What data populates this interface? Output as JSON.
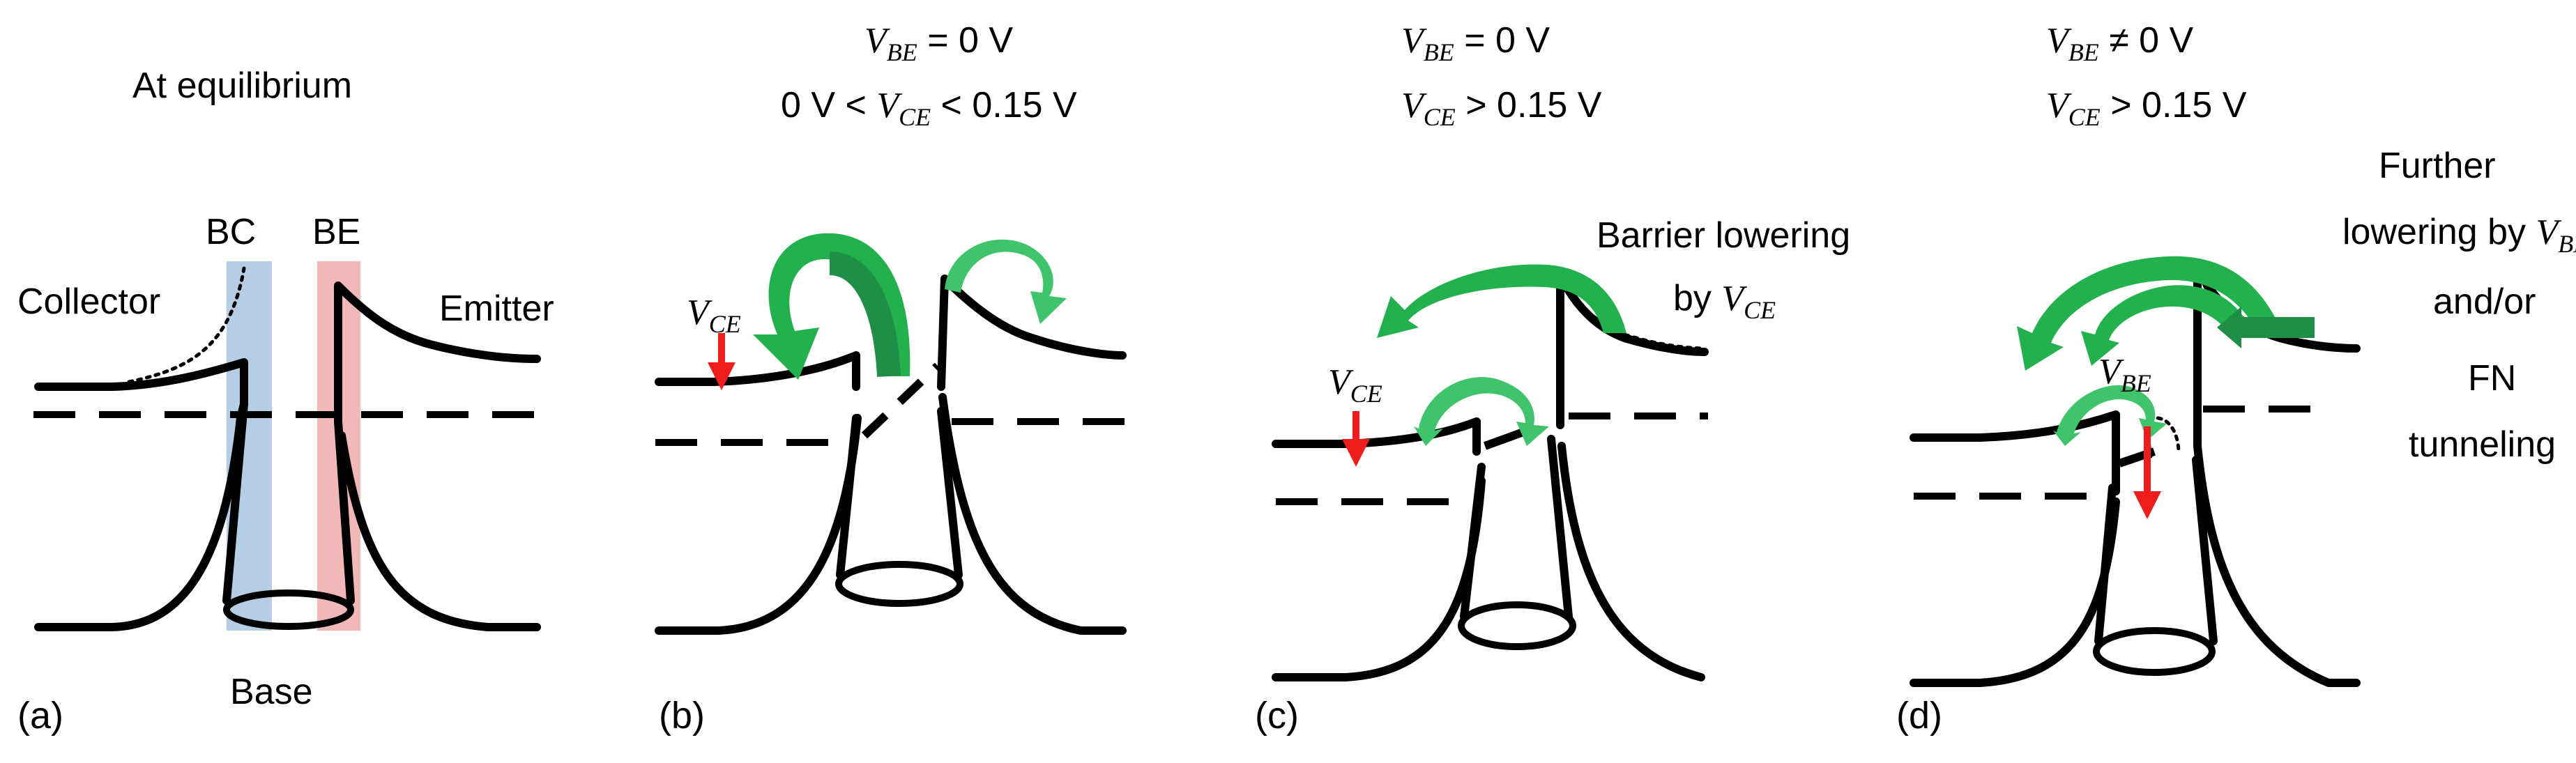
{
  "colors": {
    "green_dark": "#1f8f47",
    "green_mid": "#22b14c",
    "green_light": "#3fc36b",
    "red": "#ee1c1c",
    "bc_highlight": "#b6cde6",
    "be_highlight": "#f2b8b8"
  },
  "panel_a": {
    "caption": "(a)",
    "title": "At equilibrium",
    "bc_label": "BC",
    "be_label": "BE",
    "collector_label": "Collector",
    "emitter_label": "Emitter",
    "base_label": "Base"
  },
  "panel_b": {
    "caption": "(b)",
    "title_line1": {
      "var": "V",
      "sub": "BE",
      "rest": " = 0 V"
    },
    "title_line2": {
      "pre": "0 V < ",
      "var": "V",
      "sub": "CE",
      "rest": " < 0.15 V"
    },
    "vce_label": {
      "var": "V",
      "sub": "CE"
    }
  },
  "panel_c": {
    "caption": "(c)",
    "title_line1": {
      "var": "V",
      "sub": "BE",
      "rest": " = 0 V"
    },
    "title_line2": {
      "var": "V",
      "sub": "CE",
      "rest": " > 0.15 V"
    },
    "vce_label": {
      "var": "V",
      "sub": "CE"
    },
    "annotation_line1": "Barrier lowering",
    "annotation_line2": {
      "pre": "by ",
      "var": "V",
      "sub": "CE"
    }
  },
  "panel_d": {
    "caption": "(d)",
    "title_line1": {
      "var": "V",
      "sub": "BE",
      "rest": " ≠ 0 V"
    },
    "title_line2": {
      "var": "V",
      "sub": "CE",
      "rest": " > 0.15 V"
    },
    "vbe_label": {
      "var": "V",
      "sub": "BE"
    },
    "annotation_line1": "Further",
    "annotation_line2": {
      "pre": "lowering  by ",
      "var": "V",
      "sub": "BE"
    },
    "annotation_line3": "and/or",
    "annotation_line4": "FN",
    "annotation_line5": "tunneling"
  }
}
